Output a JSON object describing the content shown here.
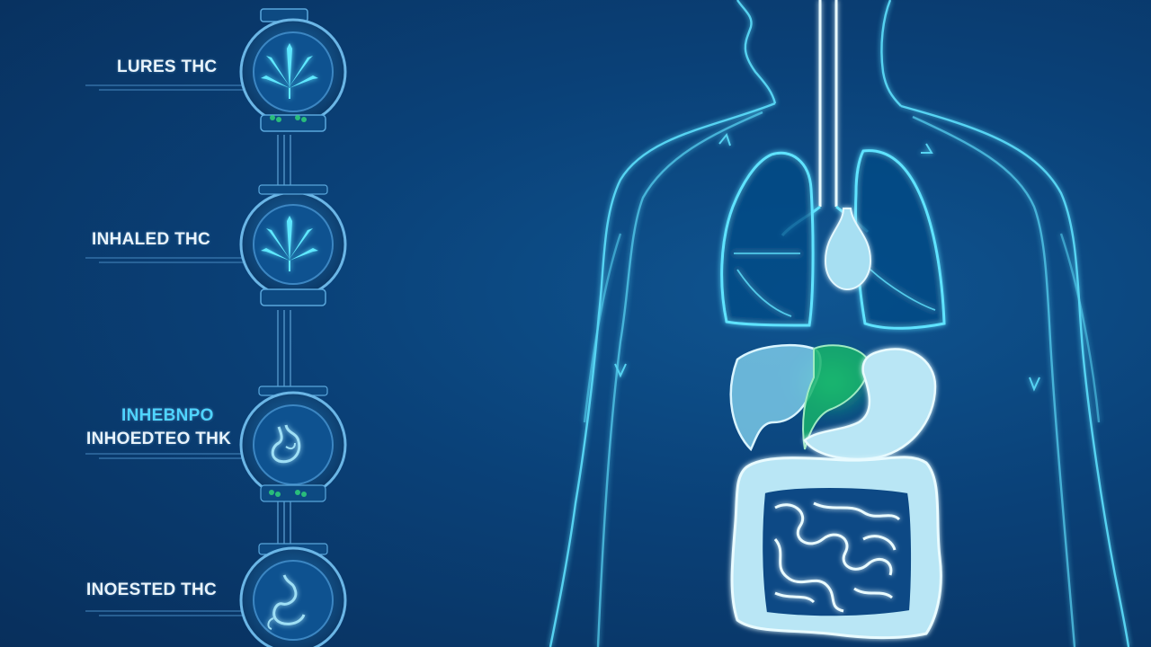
{
  "steps": [
    {
      "label": "LURES THC",
      "icon": "cannabis-leaf-icon"
    },
    {
      "label": "INHALED THC",
      "icon": "cannabis-leaf-icon"
    },
    {
      "label_top": "INHEBNPO",
      "label": "INHOEDTEO THK",
      "icon": "stomach-icon"
    },
    {
      "label": "INOESTED THC",
      "icon": "stomach-icon"
    }
  ],
  "colors": {
    "background": "#0a4178",
    "glow": "#5fe3ff",
    "organ_fill": "#b9e6f5",
    "liver_highlight": "#19d27a",
    "label_text": "#e8f3fb",
    "label_accent": "#4fd4ff"
  }
}
